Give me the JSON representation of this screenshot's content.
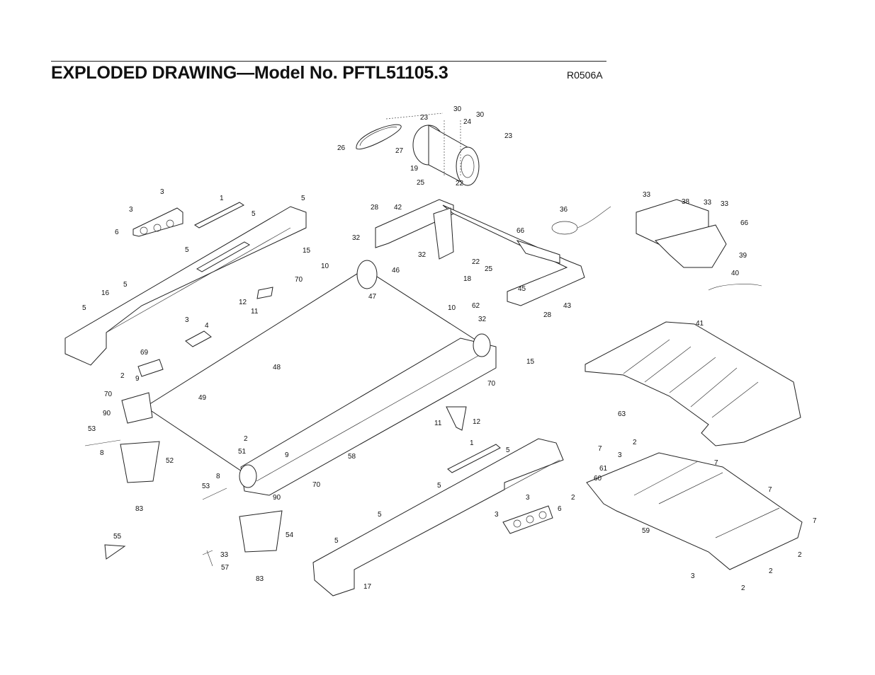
{
  "header": {
    "title": "EXPLODED DRAWING—Model No. PFTL51105.3",
    "code": "R0506A"
  },
  "callouts": [
    "23",
    "30",
    "30",
    "24",
    "23",
    "26",
    "27",
    "19",
    "25",
    "22",
    "3",
    "3",
    "1",
    "5",
    "5",
    "6",
    "5",
    "28",
    "42",
    "36",
    "33",
    "33",
    "33",
    "38",
    "66",
    "66",
    "32",
    "32",
    "15",
    "10",
    "46",
    "22",
    "25",
    "18",
    "47",
    "70",
    "5",
    "16",
    "5",
    "12",
    "11",
    "45",
    "43",
    "62",
    "10",
    "28",
    "32",
    "39",
    "40",
    "3",
    "4",
    "41",
    "15",
    "69",
    "48",
    "2",
    "9",
    "70",
    "49",
    "70",
    "90",
    "53",
    "8",
    "11",
    "12",
    "63",
    "52",
    "2",
    "9",
    "1",
    "5",
    "51",
    "58",
    "7",
    "2",
    "3",
    "61",
    "7",
    "60",
    "5",
    "2",
    "8",
    "53",
    "70",
    "90",
    "83",
    "3",
    "6",
    "5",
    "7",
    "3",
    "59",
    "7",
    "55",
    "54",
    "33",
    "57",
    "5",
    "2",
    "3",
    "2",
    "83",
    "17",
    "2"
  ]
}
